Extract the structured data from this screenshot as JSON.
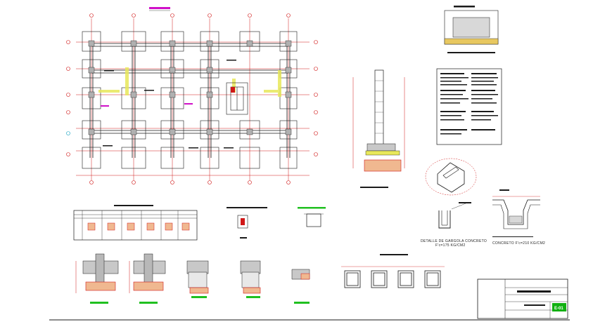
{
  "sheet": {
    "colors": {
      "background": "#ffffff",
      "linework": "#1a1a1a",
      "gridline": "#d01818",
      "column": "#b0b0b0",
      "beam": "#e8e85a",
      "footing": "#f0b890",
      "label_magenta": "#d010c8",
      "label_green": "#20c020",
      "badge_green": "#10b010"
    },
    "labels": {
      "gutter_caption_line1": "DETALLE DE GARGOLA CONCRETO",
      "gutter_caption_line2": "F'c=175 KG/CM2",
      "channel_caption": "CONCRETO  F'c=210 KG/CM2",
      "sheet_number": "E-01"
    }
  }
}
